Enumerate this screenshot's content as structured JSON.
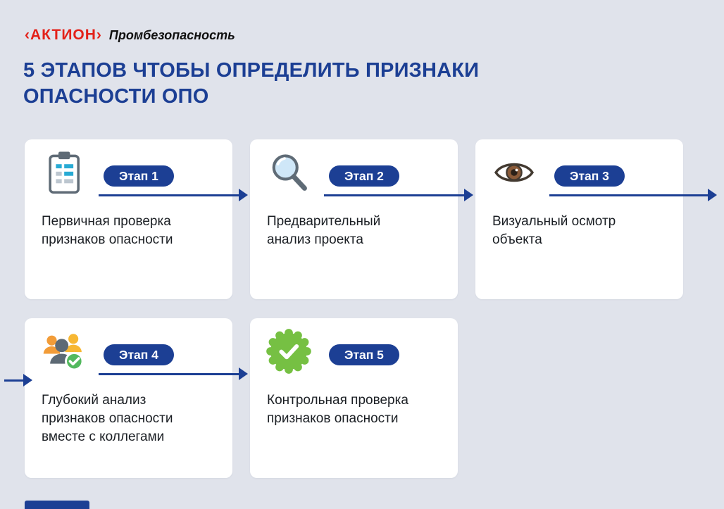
{
  "brand": {
    "logo": "‹АКТИОН›",
    "suffix": "Промбезопасность"
  },
  "title": "5 этапов чтобы определить признаки опасности ОПО",
  "colors": {
    "accent_blue": "#1c3f94",
    "background": "#e0e3eb",
    "card_background": "#ffffff",
    "logo_red": "#e32119",
    "check_green": "#76c043",
    "team_orange": "#f29c38",
    "team_gray": "#5d6a75",
    "glass_blue": "#cfe7f8"
  },
  "cards": [
    {
      "badge": "Этап 1",
      "text": "Первичная проверка признаков опасности",
      "icon": "clipboard-icon"
    },
    {
      "badge": "Этап 2",
      "text": "Предварительный анализ проекта",
      "icon": "magnifier-icon"
    },
    {
      "badge": "Этап 3",
      "text": "Визуальный осмотр объекта",
      "icon": "eye-icon"
    },
    {
      "badge": "Этап 4",
      "text": "Глубокий анализ признаков опасности вместе с коллегами",
      "icon": "team-check-icon"
    },
    {
      "badge": "Этап 5",
      "text": "Контрольная проверка признаков опасности",
      "icon": "seal-check-icon"
    }
  ]
}
